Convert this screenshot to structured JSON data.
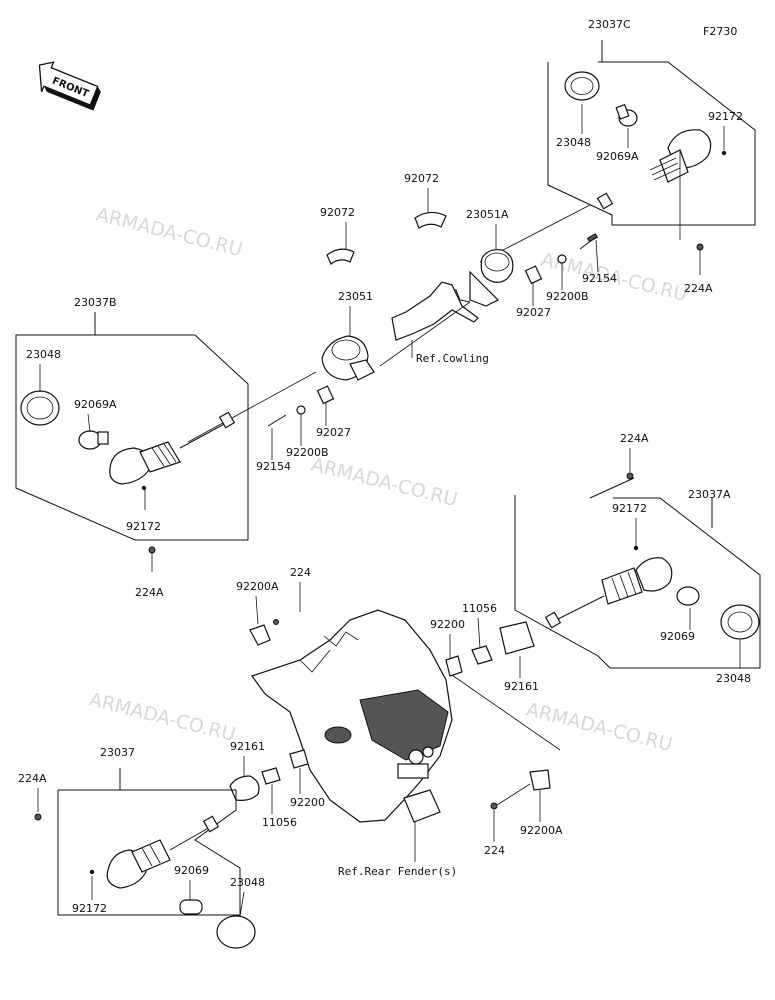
{
  "figure_code": "F2730",
  "front_label": "FRONT",
  "watermark": "ARMADA-CO.RU",
  "references": {
    "cowling": "Ref.Cowling",
    "rear_fender": "Ref.Rear Fender(s)"
  },
  "labels": [
    {
      "id": "l01",
      "text": "23037C"
    },
    {
      "id": "l02",
      "text": "23048"
    },
    {
      "id": "l03",
      "text": "92069A"
    },
    {
      "id": "l04",
      "text": "92172"
    },
    {
      "id": "l05",
      "text": "224A"
    },
    {
      "id": "l06",
      "text": "92072"
    },
    {
      "id": "l07",
      "text": "92072"
    },
    {
      "id": "l08",
      "text": "23051A"
    },
    {
      "id": "l09",
      "text": "92154"
    },
    {
      "id": "l10",
      "text": "92200B"
    },
    {
      "id": "l11",
      "text": "92027"
    },
    {
      "id": "l12",
      "text": "23051"
    },
    {
      "id": "l13",
      "text": "23037B"
    },
    {
      "id": "l14",
      "text": "23048"
    },
    {
      "id": "l15",
      "text": "92069A"
    },
    {
      "id": "l16",
      "text": "92172"
    },
    {
      "id": "l17",
      "text": "224A"
    },
    {
      "id": "l18",
      "text": "92154"
    },
    {
      "id": "l19",
      "text": "92200B"
    },
    {
      "id": "l20",
      "text": "92027"
    },
    {
      "id": "l21",
      "text": "224A"
    },
    {
      "id": "l22",
      "text": "23037A"
    },
    {
      "id": "l23",
      "text": "92172"
    },
    {
      "id": "l24",
      "text": "92069"
    },
    {
      "id": "l25",
      "text": "23048"
    },
    {
      "id": "l26",
      "text": "92200A"
    },
    {
      "id": "l27",
      "text": "224"
    },
    {
      "id": "l28",
      "text": "92200"
    },
    {
      "id": "l29",
      "text": "11056"
    },
    {
      "id": "l30",
      "text": "92161"
    },
    {
      "id": "l31",
      "text": "23037"
    },
    {
      "id": "l32",
      "text": "224A"
    },
    {
      "id": "l33",
      "text": "92161"
    },
    {
      "id": "l34",
      "text": "92200"
    },
    {
      "id": "l35",
      "text": "11056"
    },
    {
      "id": "l36",
      "text": "92172"
    },
    {
      "id": "l37",
      "text": "92069"
    },
    {
      "id": "l38",
      "text": "23048"
    },
    {
      "id": "l39",
      "text": "224"
    },
    {
      "id": "l40",
      "text": "92200A"
    }
  ]
}
